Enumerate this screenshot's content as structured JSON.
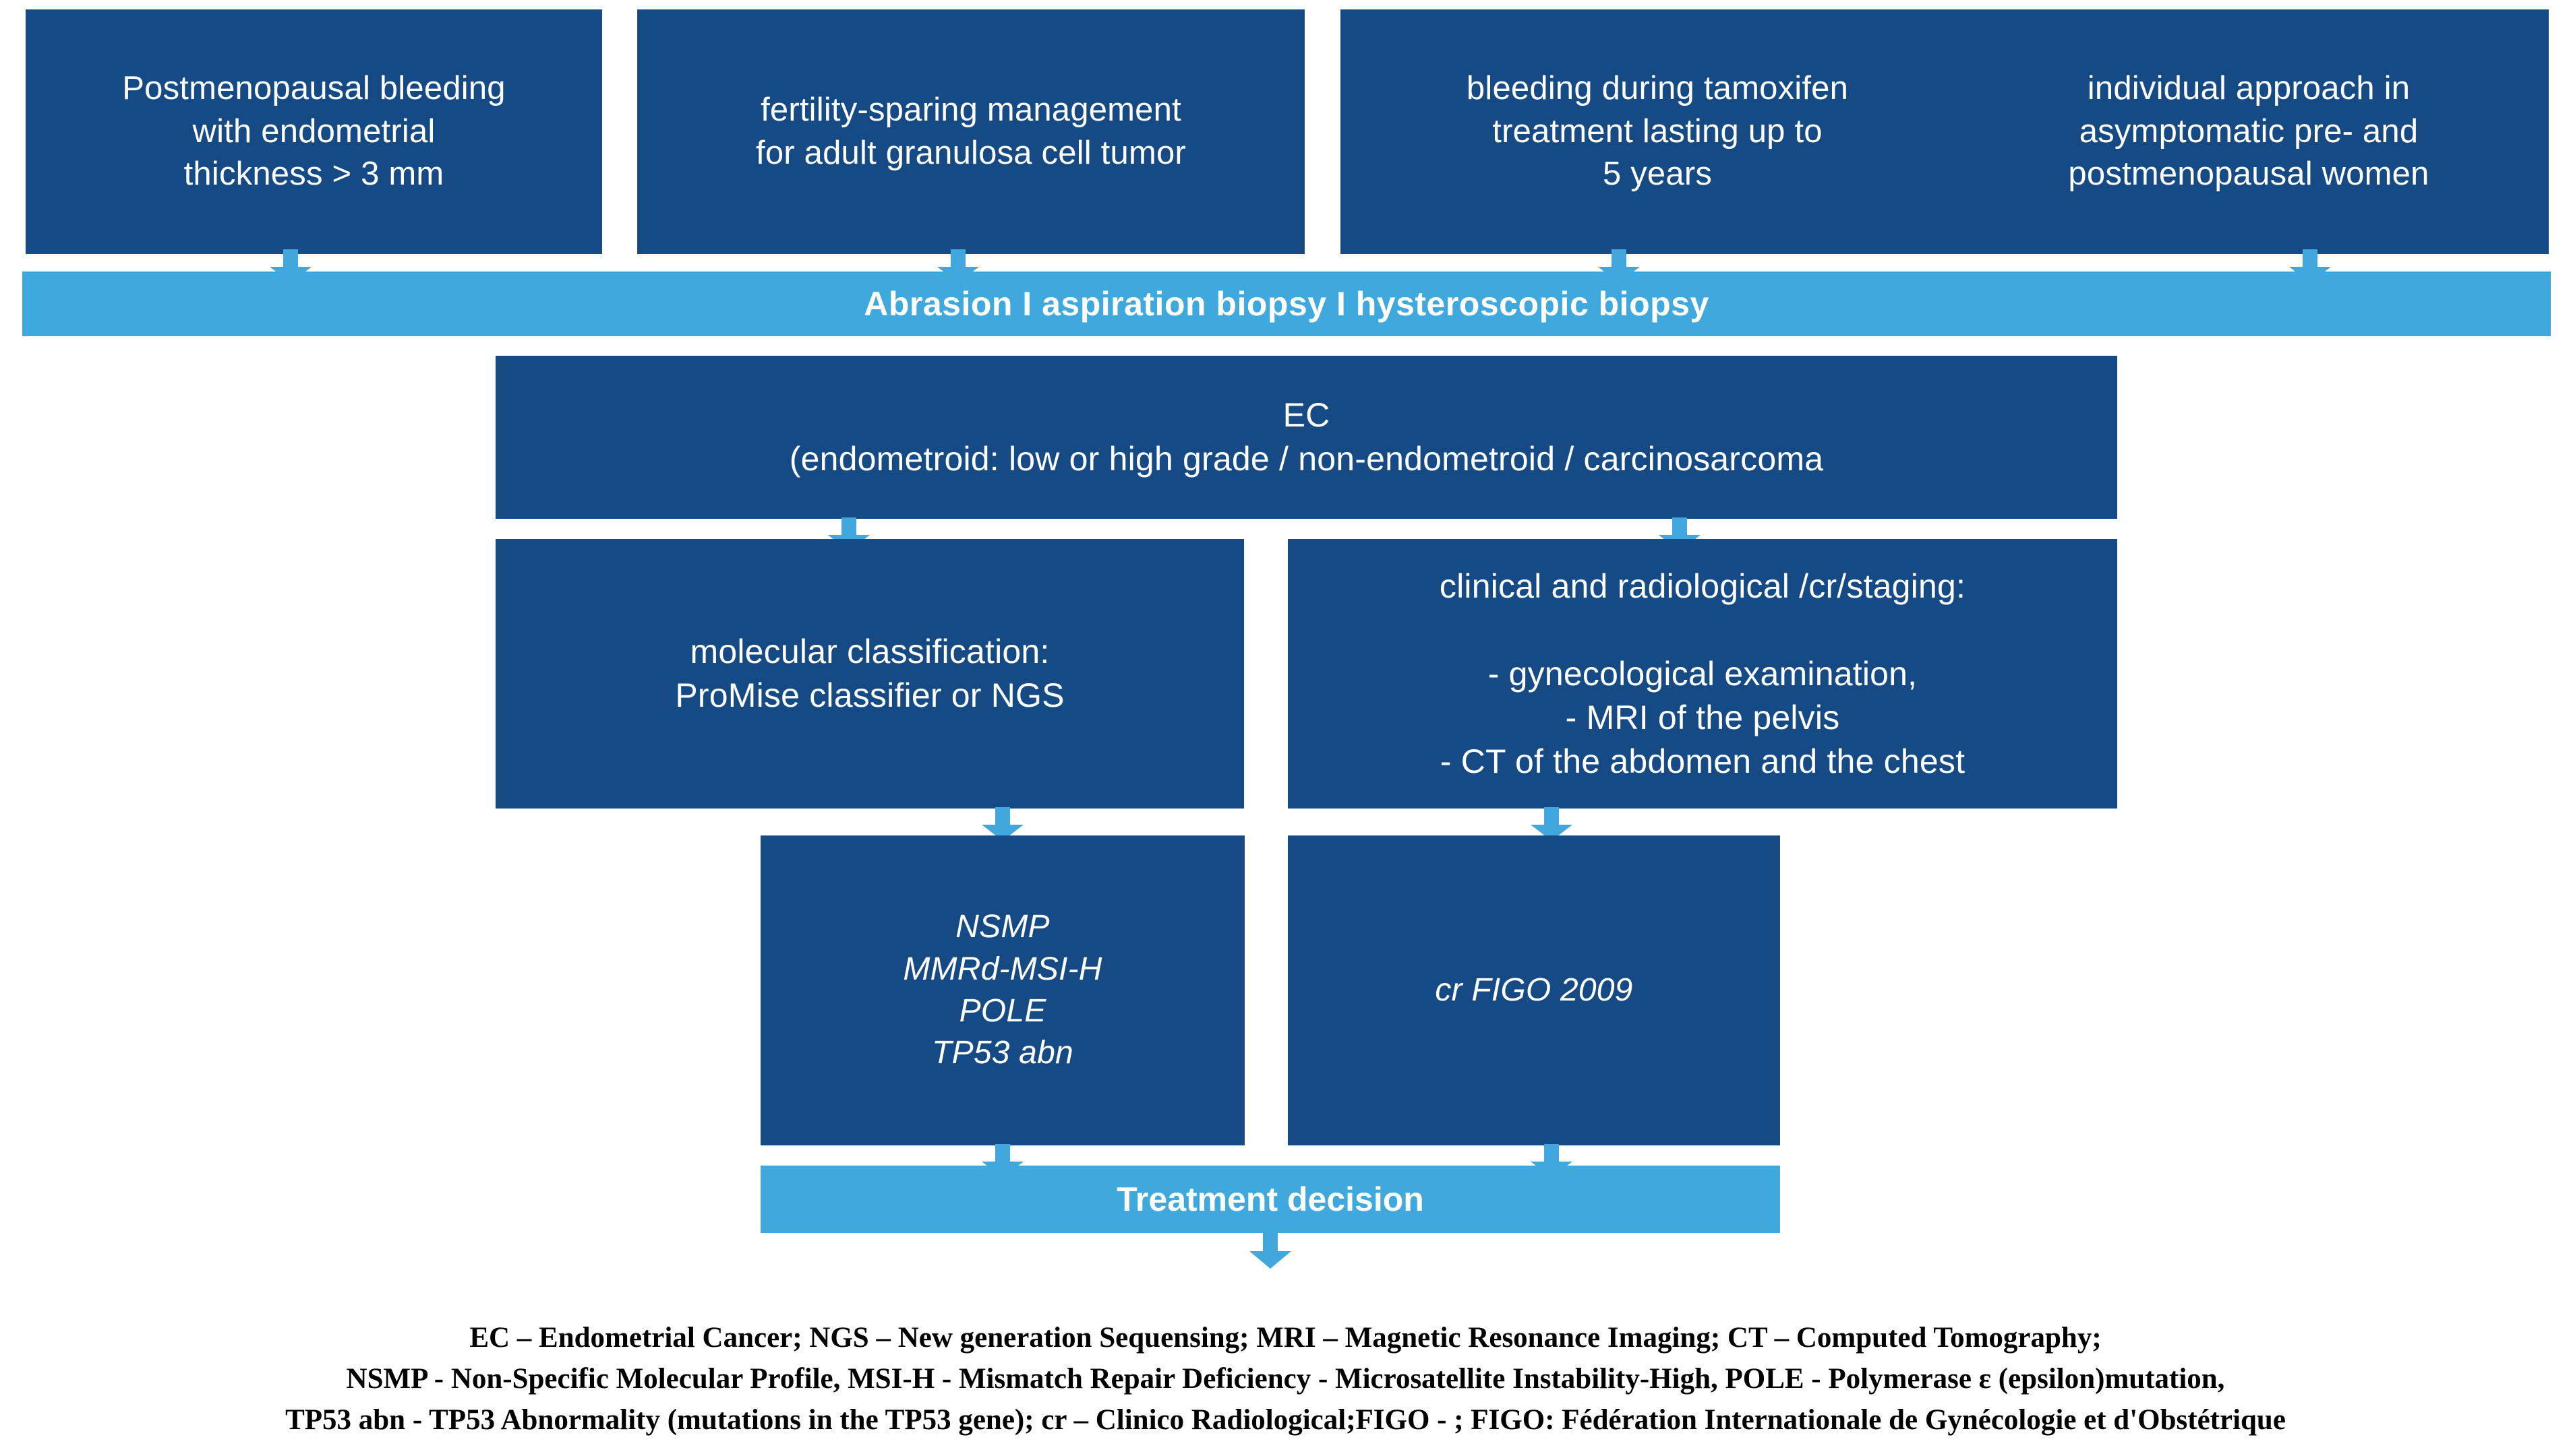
{
  "colors": {
    "dark_blue": "#164a85",
    "light_blue": "#3fa8dc",
    "arrow_blue": "#41a7dc",
    "text_white": "#ffffff",
    "legend_text": "#000000",
    "background": "#ffffff"
  },
  "top_row": {
    "boxes": [
      {
        "label": "Postmenopausal bleeding\nwith endometrial\nthickness > 3 mm"
      },
      {
        "label": "fertility-sparing management\nfor adult granulosa cell tumor"
      },
      {
        "label": "bleeding during tamoxifen\ntreatment lasting up to\n5 years"
      },
      {
        "label": "individual approach in\nasymptomatic pre- and\npostmenopausal women"
      }
    ]
  },
  "biopsy_banner": {
    "label": "Abrasion I  aspiration biopsy I  hysteroscopic biopsy"
  },
  "ec_node": {
    "label": "EC\n(endometroid:  low or high grade / non-endometroid / carcinosarcoma"
  },
  "mid_row": {
    "molecular": {
      "label": "molecular classification:\nProMise classifier or NGS"
    },
    "staging": {
      "label": "clinical and radiological /cr/staging:\n\n- gynecological examination,\n- MRI  of the pelvis\n- CT of the abdomen and the chest"
    }
  },
  "lower_row": {
    "molecular_result": {
      "label": "NSMP\nMMRd-MSI-H\nPOLE\nTP53 abn"
    },
    "figo": {
      "label": "cr FIGO 2009"
    }
  },
  "treatment_banner": {
    "label": "Treatment decision"
  },
  "legend": {
    "line1": "EC – Endometrial Cancer; NGS – New generation Sequensing; MRI – Magnetic Resonance Imaging; CT – Computed Tomography;",
    "line2": "NSMP - Non-Specific Molecular Profile, MSI-H - Mismatch Repair Deficiency - Microsatellite Instability-High, POLE - Polymerase ε (epsilon)mutation,",
    "line3": "TP53 abn - TP53 Abnormality (mutations in the TP53 gene); cr – Clinico Radiological;FIGO - ; FIGO: Fédération Internationale de Gynécologie et d'Obstétrique"
  },
  "arrows": {
    "icon": "arrow-down-icon",
    "count": 11
  }
}
